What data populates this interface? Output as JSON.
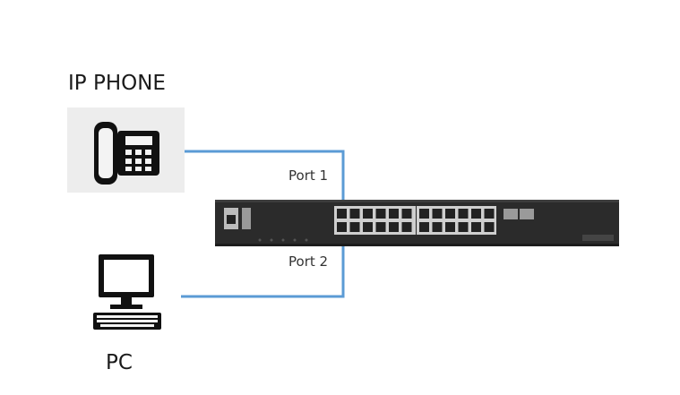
{
  "labels": {
    "phone": "IP PHONE",
    "pc": "PC",
    "port1": "Port 1",
    "port2": "Port 2"
  },
  "icons": {
    "phone": "ip-phone-icon",
    "pc": "desktop-computer-icon",
    "switch": "network-switch-icon"
  },
  "colors": {
    "cable": "#5b9bd5",
    "switch_body": "#2b2b2b",
    "icon": "#111111"
  }
}
